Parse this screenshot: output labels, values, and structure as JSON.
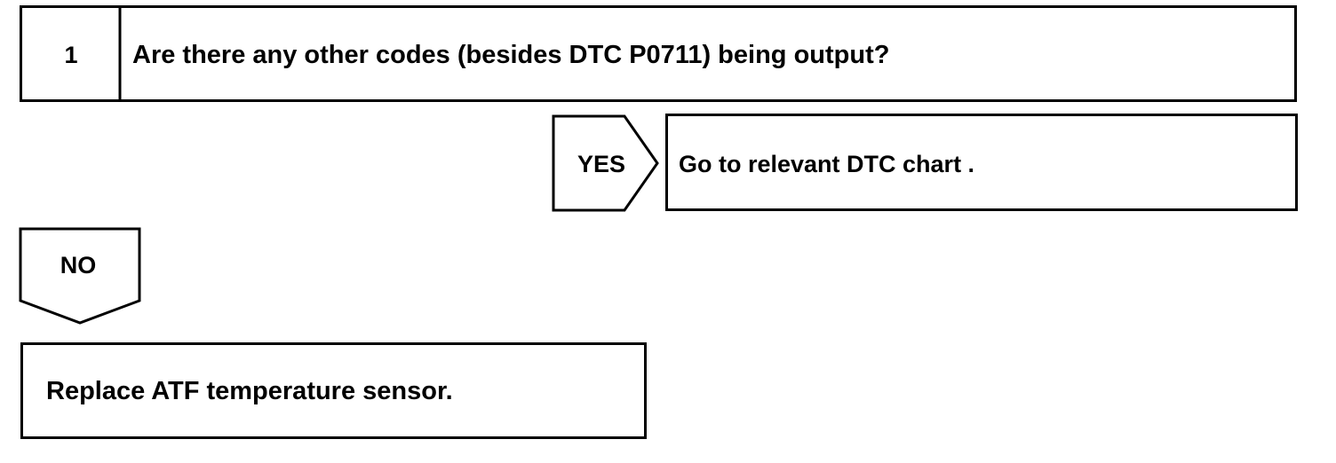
{
  "step": {
    "number": "1",
    "question": "Are there any other codes (besides DTC P0711) being output?"
  },
  "yes_branch": {
    "label": "YES",
    "result": "Go to relevant DTC chart ."
  },
  "no_branch": {
    "label": "NO",
    "result": "Replace ATF temperature sensor."
  },
  "colors": {
    "line": "#000000",
    "background": "#ffffff"
  }
}
